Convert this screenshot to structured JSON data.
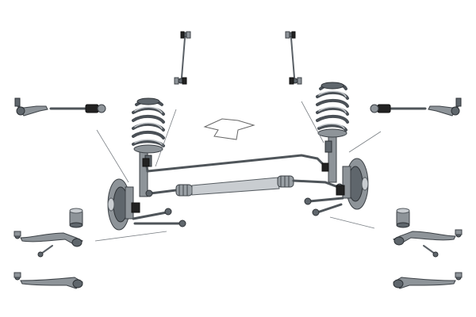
{
  "diagram": {
    "subject": "front-axle-steering-suspension-kit",
    "colors": {
      "metal": "#8e9499",
      "dark_metal": "#5f666c",
      "rubber": "#222222",
      "background": "#ffffff"
    },
    "parts": [
      "stabilizer-link",
      "tie-rod-end",
      "axial-tie-rod",
      "coil-spring-strut",
      "control-arm",
      "rubber-bushing",
      "stabilizer-bar",
      "steering-rack-boot",
      "brake-disc-hub",
      "direction-arrow"
    ]
  }
}
